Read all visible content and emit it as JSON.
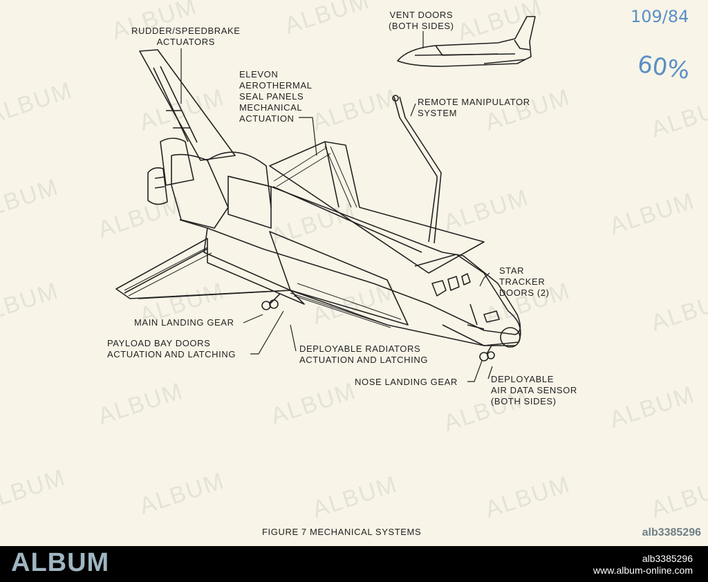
{
  "labels": {
    "rudder": "RUDDER/SPEEDBRAKE\nACTUATORS",
    "vent": "VENT DOORS\n(BOTH SIDES)",
    "elevon": "ELEVON\nAEROTHERMAL\nSEAL PANELS\nMECHANICAL\nACTUATION",
    "rms": "REMOTE MANIPULATOR\nSYSTEM",
    "star": "STAR\nTRACKER\nDOORS (2)",
    "main_gear": "MAIN LANDING GEAR",
    "payload_doors": "PAYLOAD BAY DOORS\nACTUATION AND LATCHING",
    "radiators": "DEPLOYABLE RADIATORS\nACTUATION AND LATCHING",
    "nose_gear": "NOSE LANDING GEAR",
    "air_data": "DEPLOYABLE\nAIR DATA SENSOR\n(BOTH SIDES)"
  },
  "caption": "FIGURE 7 MECHANICAL SYSTEMS",
  "handwriting": {
    "number": "109/84",
    "percent": "60%"
  },
  "watermark": "ALBUM",
  "stock_id": "alb3385296",
  "footer": {
    "brand": "ALBUM",
    "id": "alb3385296",
    "url": "www.album-online.com"
  },
  "colors": {
    "paper": "#f8f4e7",
    "ink": "#222222",
    "pen": "#5a8fc6",
    "footer_bg": "#000000",
    "brand": "#9fb6c2"
  }
}
